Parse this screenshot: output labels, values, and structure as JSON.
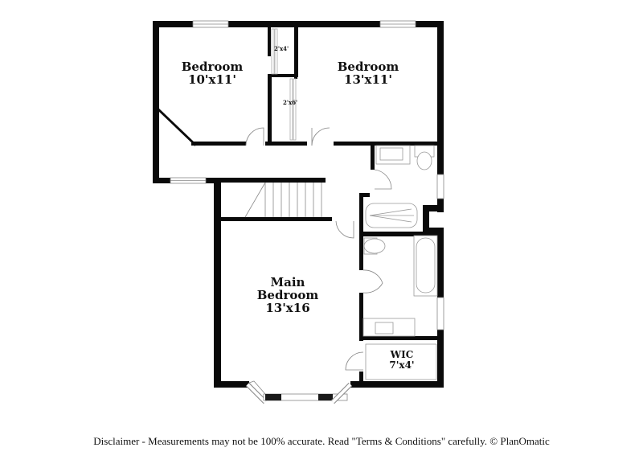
{
  "floorplan": {
    "rooms": [
      {
        "id": "bedroom-1",
        "name": "Bedroom",
        "dimensions": "10'x11'"
      },
      {
        "id": "bedroom-2",
        "name": "Bedroom",
        "dimensions": "13'x11'"
      },
      {
        "id": "main-bedroom",
        "name_line1": "Main",
        "name_line2": "Bedroom",
        "dimensions": "13'x16"
      },
      {
        "id": "wic",
        "name": "WIC",
        "dimensions": "7'x4'"
      }
    ],
    "closets": [
      {
        "id": "closet-1",
        "dimensions": "2'x4'"
      },
      {
        "id": "closet-2",
        "dimensions": "2'x6'"
      }
    ],
    "colors": {
      "wall": "#0a0a0a",
      "fixture": "#9a9a9a",
      "background": "#ffffff"
    }
  },
  "footer": {
    "disclaimer": "Disclaimer - Measurements may not be 100% accurate. Read \"Terms & Conditions\" carefully. © PlanOmatic"
  }
}
